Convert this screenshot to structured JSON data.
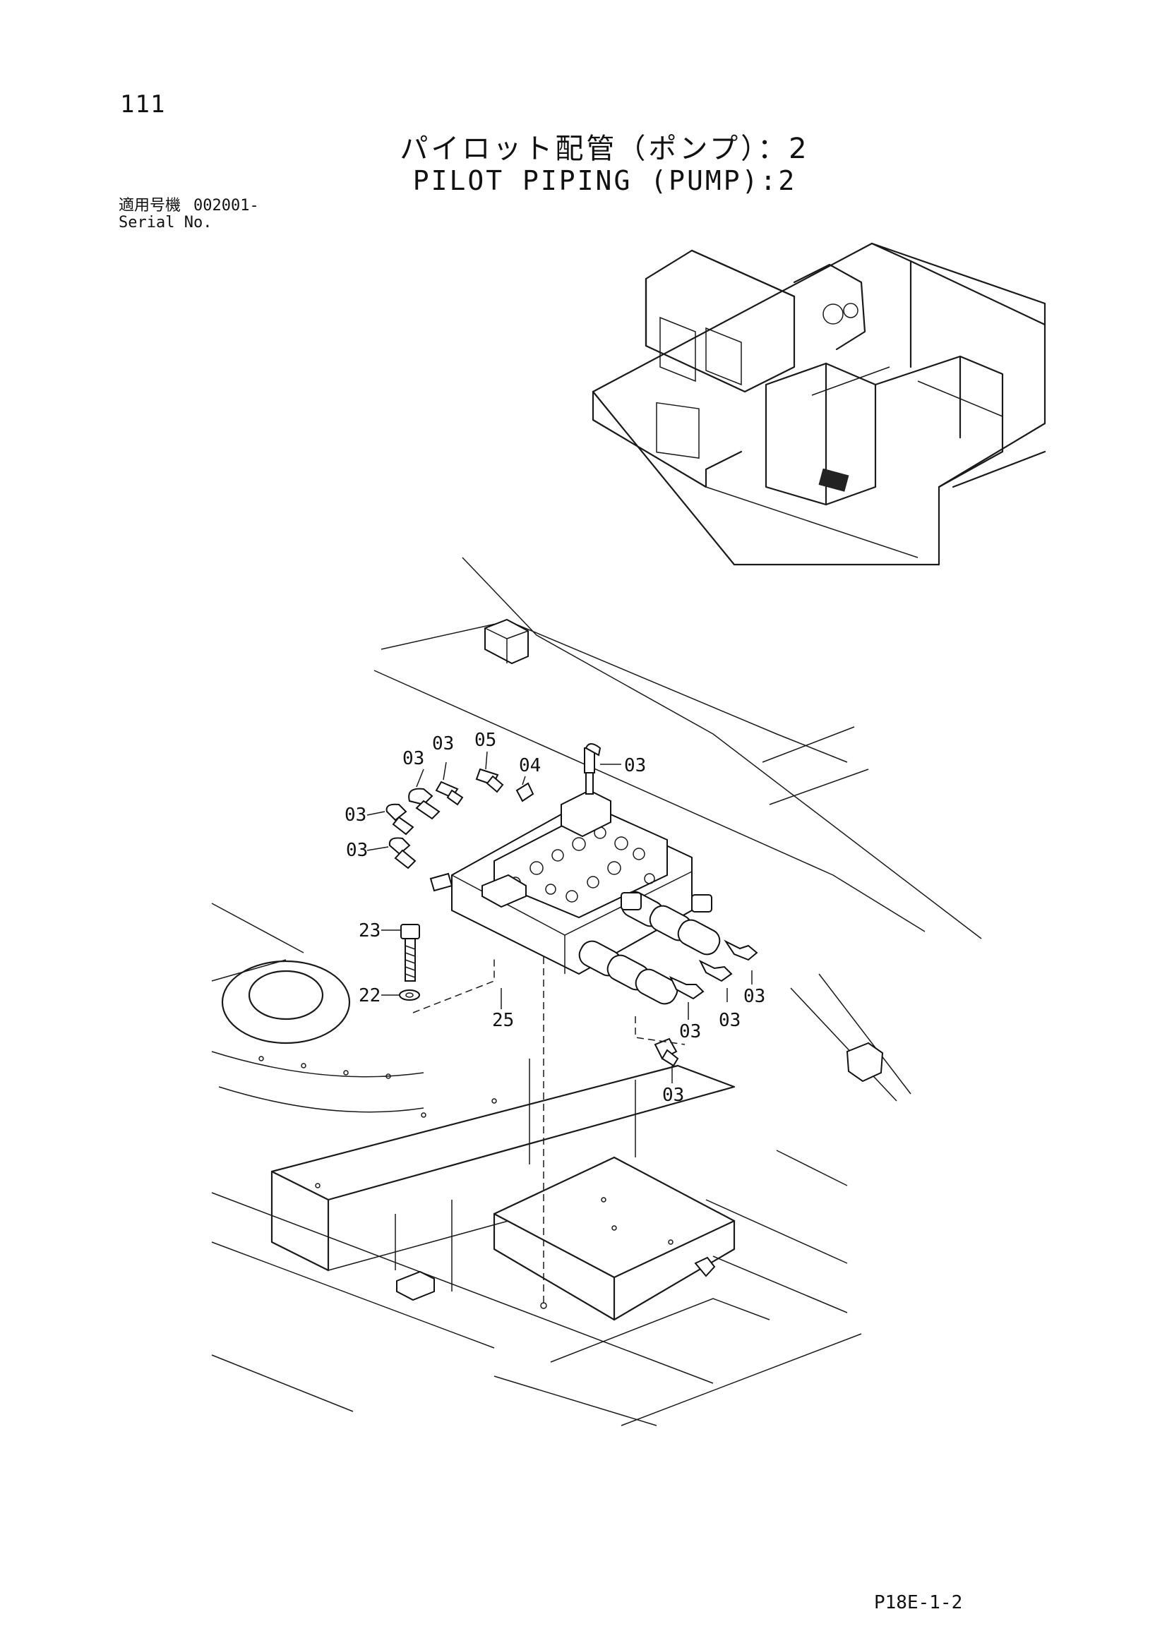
{
  "page_number": "111",
  "title": {
    "japanese": "パイロット配管（ポンプ）：2",
    "english": "PILOT PIPING (PUMP):2"
  },
  "serial": {
    "label_jp": "適用号機",
    "value": "002001-",
    "label_en": "Serial No."
  },
  "callouts": [
    {
      "id": "c1",
      "text": "03"
    },
    {
      "id": "c2",
      "text": "03"
    },
    {
      "id": "c3",
      "text": "05"
    },
    {
      "id": "c4",
      "text": "04"
    },
    {
      "id": "c5",
      "text": "03"
    },
    {
      "id": "c6",
      "text": "03"
    },
    {
      "id": "c7",
      "text": "03"
    },
    {
      "id": "c8",
      "text": "23"
    },
    {
      "id": "c9",
      "text": "22"
    },
    {
      "id": "c10",
      "text": "25"
    },
    {
      "id": "c11",
      "text": "03"
    },
    {
      "id": "c12",
      "text": "03"
    },
    {
      "id": "c13",
      "text": "03"
    },
    {
      "id": "c14",
      "text": "03"
    }
  ],
  "doc_code": "P18E-1-2"
}
